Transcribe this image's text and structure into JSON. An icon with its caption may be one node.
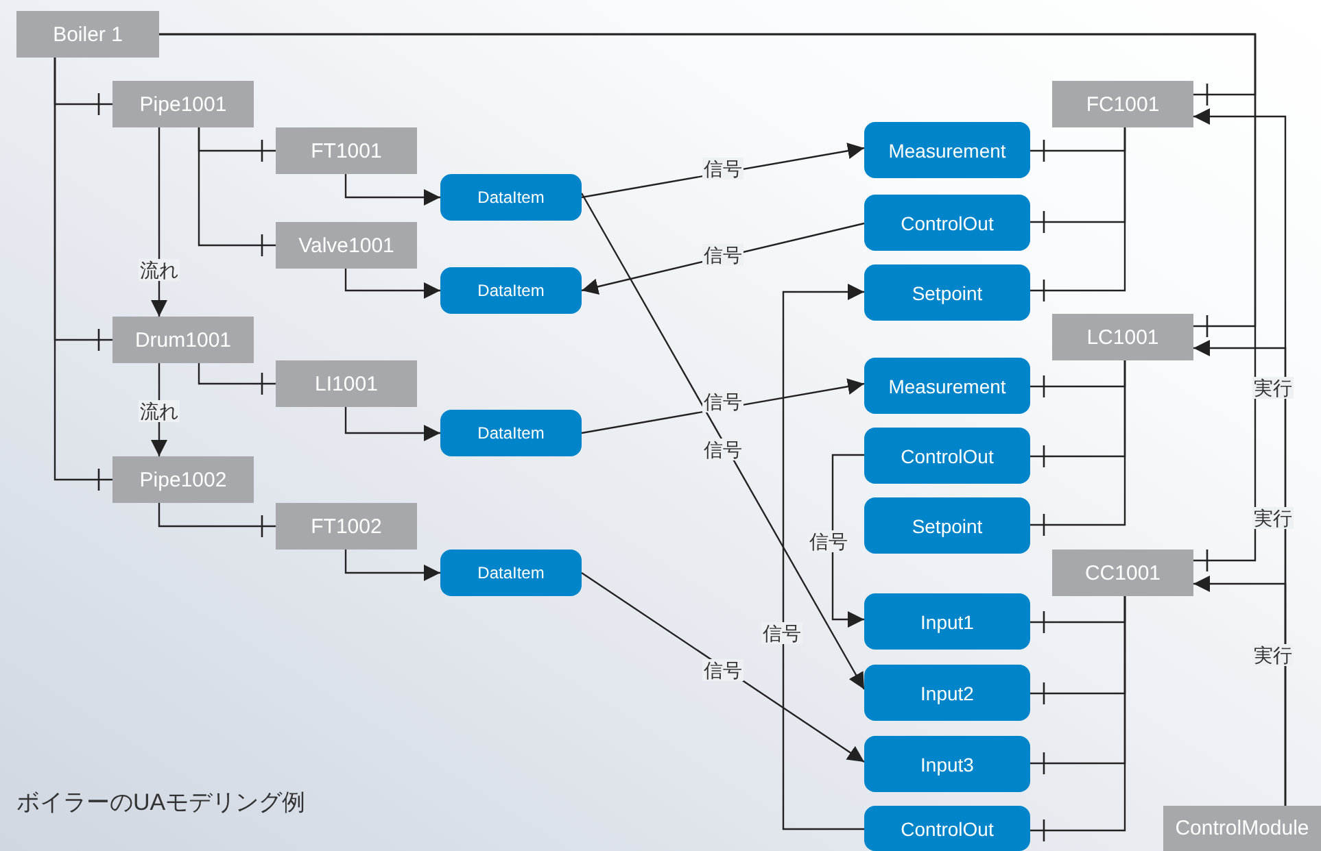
{
  "diagram": {
    "caption": "ボイラーのUAモデリング例",
    "nodes": [
      {
        "text": [
          "Boiler 1"
        ]
      },
      {
        "text": [
          "Pipe1001"
        ]
      },
      {
        "text": [
          "FT1001"
        ]
      },
      {
        "text": [
          "Valve1001"
        ]
      },
      {
        "text": [
          "Drum1001"
        ]
      },
      {
        "text": [
          "LI1001"
        ]
      },
      {
        "text": [
          "Pipe1002"
        ]
      },
      {
        "text": [
          "FT1002"
        ]
      },
      {
        "text": [
          "DataItem"
        ]
      },
      {
        "text": [
          "DataItem"
        ]
      },
      {
        "text": [
          "DataItem"
        ]
      },
      {
        "text": [
          "DataItem"
        ]
      },
      {
        "text": [
          "FC1001"
        ]
      },
      {
        "text": [
          "Measurement"
        ]
      },
      {
        "text": [
          "ControlOut"
        ]
      },
      {
        "text": [
          "Setpoint"
        ]
      },
      {
        "text": [
          "LC1001"
        ]
      },
      {
        "text": [
          "Measurement"
        ]
      },
      {
        "text": [
          "ControlOut"
        ]
      },
      {
        "text": [
          "Setpoint"
        ]
      },
      {
        "text": [
          "CC1001"
        ]
      },
      {
        "text": [
          "Input1"
        ]
      },
      {
        "text": [
          "Input2"
        ]
      },
      {
        "text": [
          "Input3"
        ]
      },
      {
        "text": [
          "ControlOut"
        ]
      },
      {
        "text": [
          "ControlModule"
        ]
      }
    ],
    "edges": [
      {
        "from": 0,
        "to": 1,
        "arrow": "other"
      },
      {
        "from": 0,
        "to": 4,
        "arrow": "other"
      },
      {
        "from": 0,
        "to": 6,
        "arrow": "other"
      },
      {
        "from": 1,
        "to": 2,
        "arrow": "other"
      },
      {
        "from": 1,
        "to": 3,
        "arrow": "other"
      },
      {
        "from": 1,
        "to": 4,
        "arrow": "to",
        "label": "流れ"
      },
      {
        "from": 4,
        "to": 5,
        "arrow": "other"
      },
      {
        "from": 4,
        "to": 6,
        "arrow": "to",
        "label": "流れ"
      },
      {
        "from": 6,
        "to": 7,
        "arrow": "other"
      },
      {
        "from": 2,
        "to": 8,
        "arrow": "to"
      },
      {
        "from": 3,
        "to": 9,
        "arrow": "to"
      },
      {
        "from": 5,
        "to": 10,
        "arrow": "to"
      },
      {
        "from": 7,
        "to": 11,
        "arrow": "to"
      },
      {
        "from": 8,
        "to": 13,
        "arrow": "to",
        "label": "信号"
      },
      {
        "from": 14,
        "to": 9,
        "arrow": "to",
        "label": "信号"
      },
      {
        "from": 10,
        "to": 17,
        "arrow": "to",
        "label": "信号"
      },
      {
        "from": 8,
        "to": 22,
        "arrow": "to",
        "label": "信号"
      },
      {
        "from": 11,
        "to": 23,
        "arrow": "to",
        "label": "信号"
      },
      {
        "from": 18,
        "to": 21,
        "arrow": "to",
        "label": "信号"
      },
      {
        "from": 24,
        "to": 15,
        "arrow": "to",
        "label": "信号"
      },
      {
        "from": 12,
        "to": 13,
        "arrow": "other"
      },
      {
        "from": 12,
        "to": 14,
        "arrow": "other"
      },
      {
        "from": 12,
        "to": 15,
        "arrow": "other"
      },
      {
        "from": 16,
        "to": 17,
        "arrow": "other"
      },
      {
        "from": 16,
        "to": 18,
        "arrow": "other"
      },
      {
        "from": 16,
        "to": 19,
        "arrow": "other"
      },
      {
        "from": 20,
        "to": 21,
        "arrow": "other"
      },
      {
        "from": 20,
        "to": 22,
        "arrow": "other"
      },
      {
        "from": 20,
        "to": 23,
        "arrow": "other"
      },
      {
        "from": 20,
        "to": 24,
        "arrow": "other"
      },
      {
        "from": 0,
        "to": 12,
        "arrow": "other"
      },
      {
        "from": 0,
        "to": 16,
        "arrow": "other"
      },
      {
        "from": 0,
        "to": 20,
        "arrow": "other"
      },
      {
        "from": 25,
        "to": 12,
        "arrow": "to",
        "label": "実行"
      },
      {
        "from": 25,
        "to": 16,
        "arrow": "to",
        "label": "実行"
      },
      {
        "from": 25,
        "to": 20,
        "arrow": "to",
        "label": "実行"
      }
    ]
  }
}
